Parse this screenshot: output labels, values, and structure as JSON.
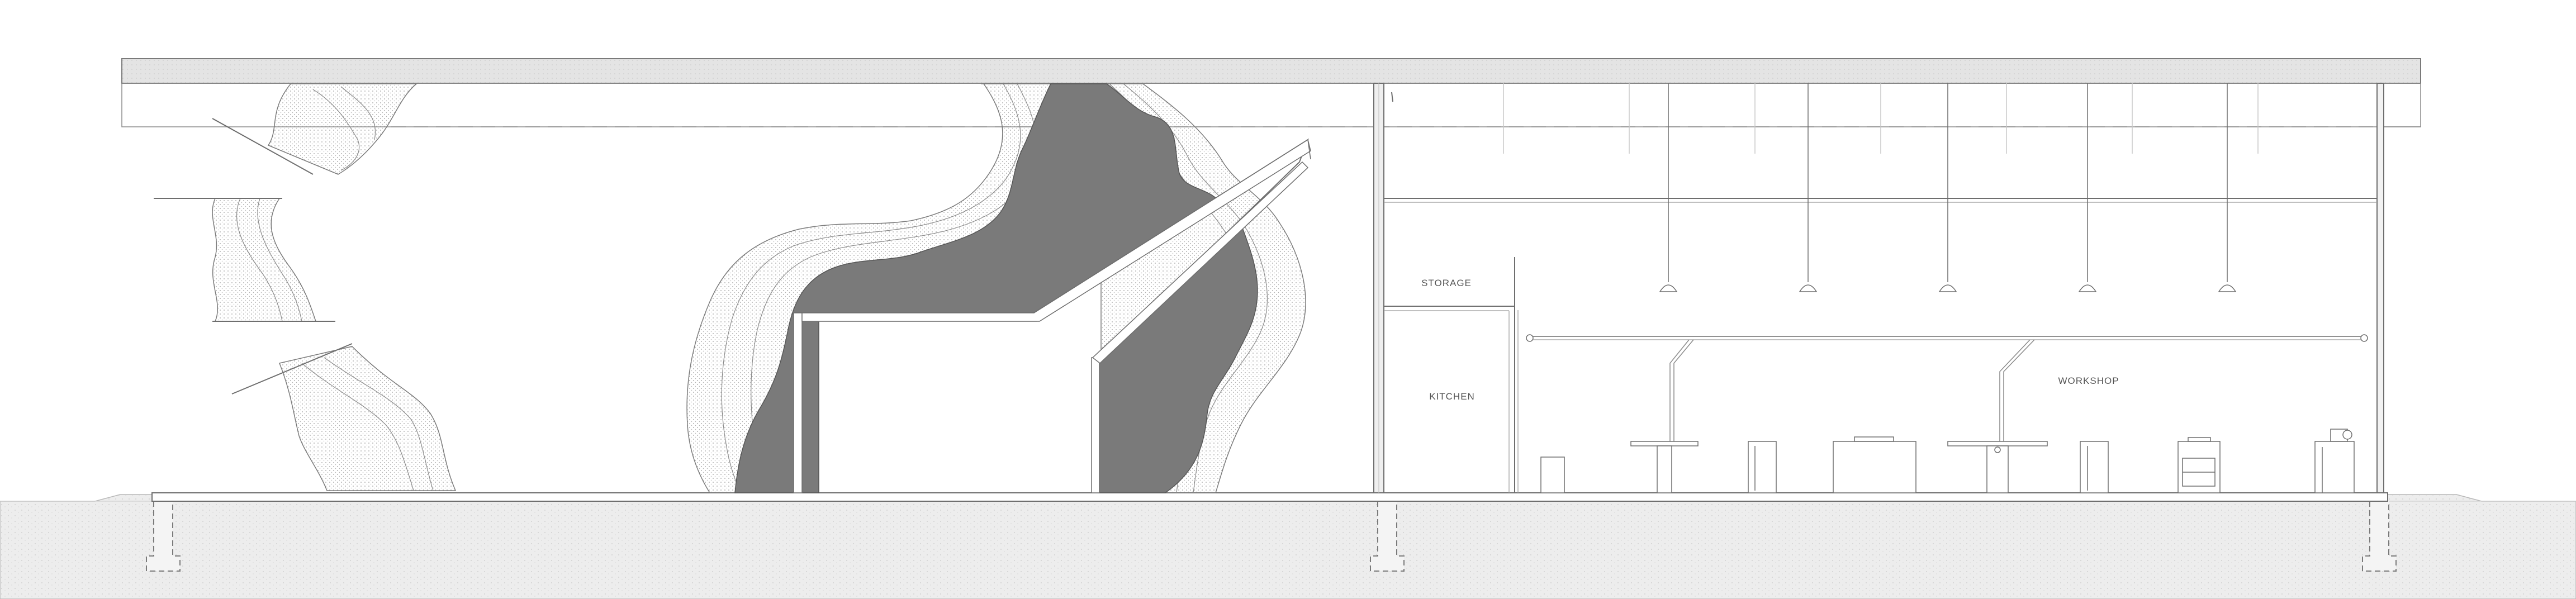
{
  "drawing": {
    "type": "building-section",
    "rooms": {
      "storage": "STORAGE",
      "kitchen": "KITCHEN",
      "workshop": "WORKSHOP"
    }
  },
  "colors": {
    "line": "#6e6e6e",
    "light_line": "#b5b5b5",
    "cave_fill": "#7a7a7a",
    "ground": "#ececec",
    "roof": "#e6e6e6",
    "background": "#ffffff"
  }
}
